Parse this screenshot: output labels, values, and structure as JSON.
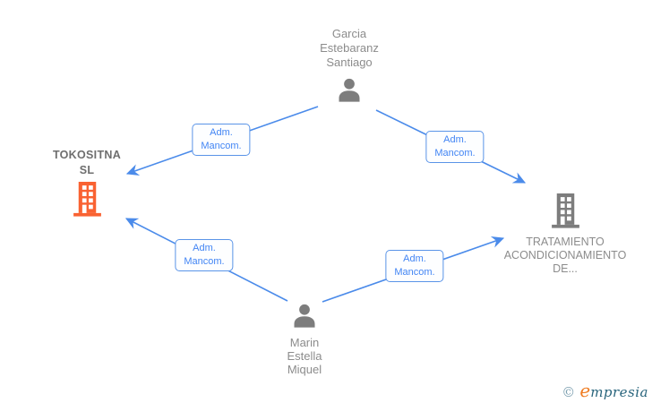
{
  "diagram_title": "company-relations-graph",
  "colors": {
    "edge_blue": "#4b8bea",
    "edge_label_text": "#4285f4",
    "edge_label_border": "#5a94e8",
    "company_highlight_orange": "#f96232",
    "node_gray": "#7d7d7d",
    "person_text_gray": "#8c8c8c",
    "company_text_gray": "#6e6e6e",
    "background": "#ffffff"
  },
  "nodes": {
    "person_top": {
      "type": "person",
      "line1": "Garcia",
      "line2": "Estebaranz",
      "line3": "Santiago"
    },
    "company_left": {
      "type": "company",
      "highlighted": true,
      "line1": "TOKOSITNA",
      "line2": "SL"
    },
    "company_right": {
      "type": "company",
      "highlighted": false,
      "line1": "TRATAMIENTO",
      "line2": "ACONDICIONAMIENTO",
      "line3": "DE..."
    },
    "person_bottom": {
      "type": "person",
      "line1": "Marin",
      "line2": "Estella",
      "line3": "Miquel"
    }
  },
  "edges": [
    {
      "from": "Garcia Estebaranz Santiago",
      "to": "TOKOSITNA SL",
      "label_line1": "Adm.",
      "label_line2": "Mancom."
    },
    {
      "from": "Garcia Estebaranz Santiago",
      "to": "TRATAMIENTO ACONDICIONAMIENTO DE...",
      "label_line1": "Adm.",
      "label_line2": "Mancom."
    },
    {
      "from": "Marin Estella Miquel",
      "to": "TOKOSITNA SL",
      "label_line1": "Adm.",
      "label_line2": "Mancom."
    },
    {
      "from": "Marin Estella Miquel",
      "to": "TRATAMIENTO ACONDICIONAMIENTO DE...",
      "label_line1": "Adm.",
      "label_line2": "Mancom."
    }
  ],
  "watermark": {
    "copyright": "©",
    "brand_e": "e",
    "brand_rest": "mpresia"
  }
}
